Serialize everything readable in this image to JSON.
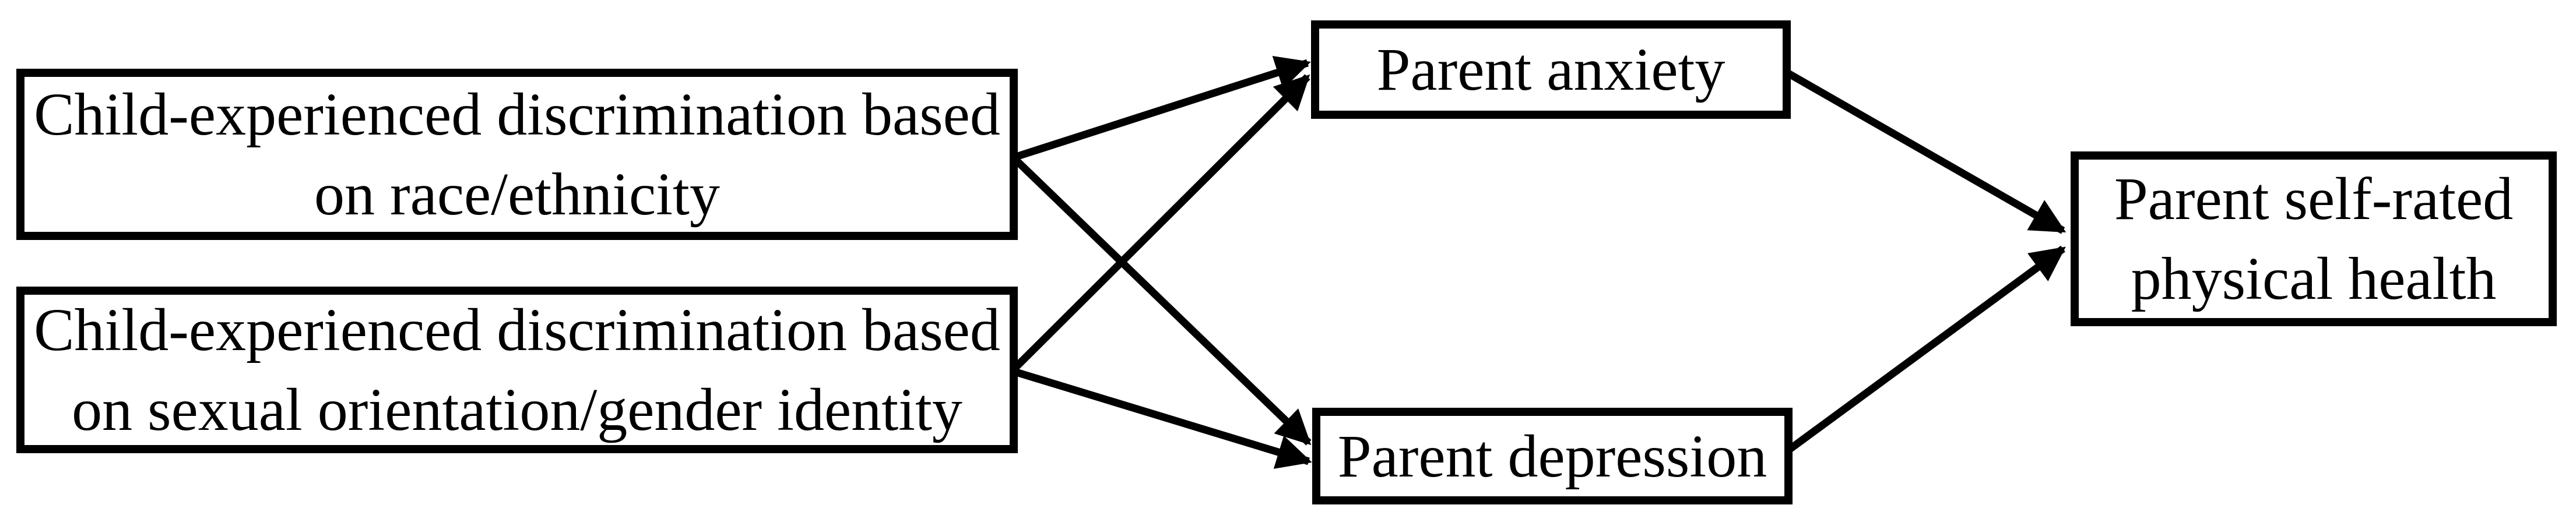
{
  "diagram": {
    "type": "path-model",
    "background_color": "#ffffff",
    "line_color": "#000000",
    "text_color": "#000000",
    "nodes": [
      {
        "id": "race-ethnicity",
        "role": "predictor",
        "lines": [
          "Child-experienced discrimination based",
          "on race/ethnicity"
        ]
      },
      {
        "id": "sogi",
        "role": "predictor",
        "lines": [
          "Child-experienced discrimination based",
          "on sexual orientation/gender identity"
        ]
      },
      {
        "id": "anxiety",
        "role": "mediator",
        "lines": [
          "Parent anxiety"
        ]
      },
      {
        "id": "depression",
        "role": "mediator",
        "lines": [
          "Parent depression"
        ]
      },
      {
        "id": "health",
        "role": "outcome",
        "lines": [
          "Parent self-rated",
          "physical health"
        ]
      }
    ],
    "edges": [
      {
        "from": "race-ethnicity",
        "to": "anxiety"
      },
      {
        "from": "race-ethnicity",
        "to": "depression"
      },
      {
        "from": "sogi",
        "to": "anxiety"
      },
      {
        "from": "sogi",
        "to": "depression"
      },
      {
        "from": "anxiety",
        "to": "health"
      },
      {
        "from": "depression",
        "to": "health"
      }
    ]
  }
}
